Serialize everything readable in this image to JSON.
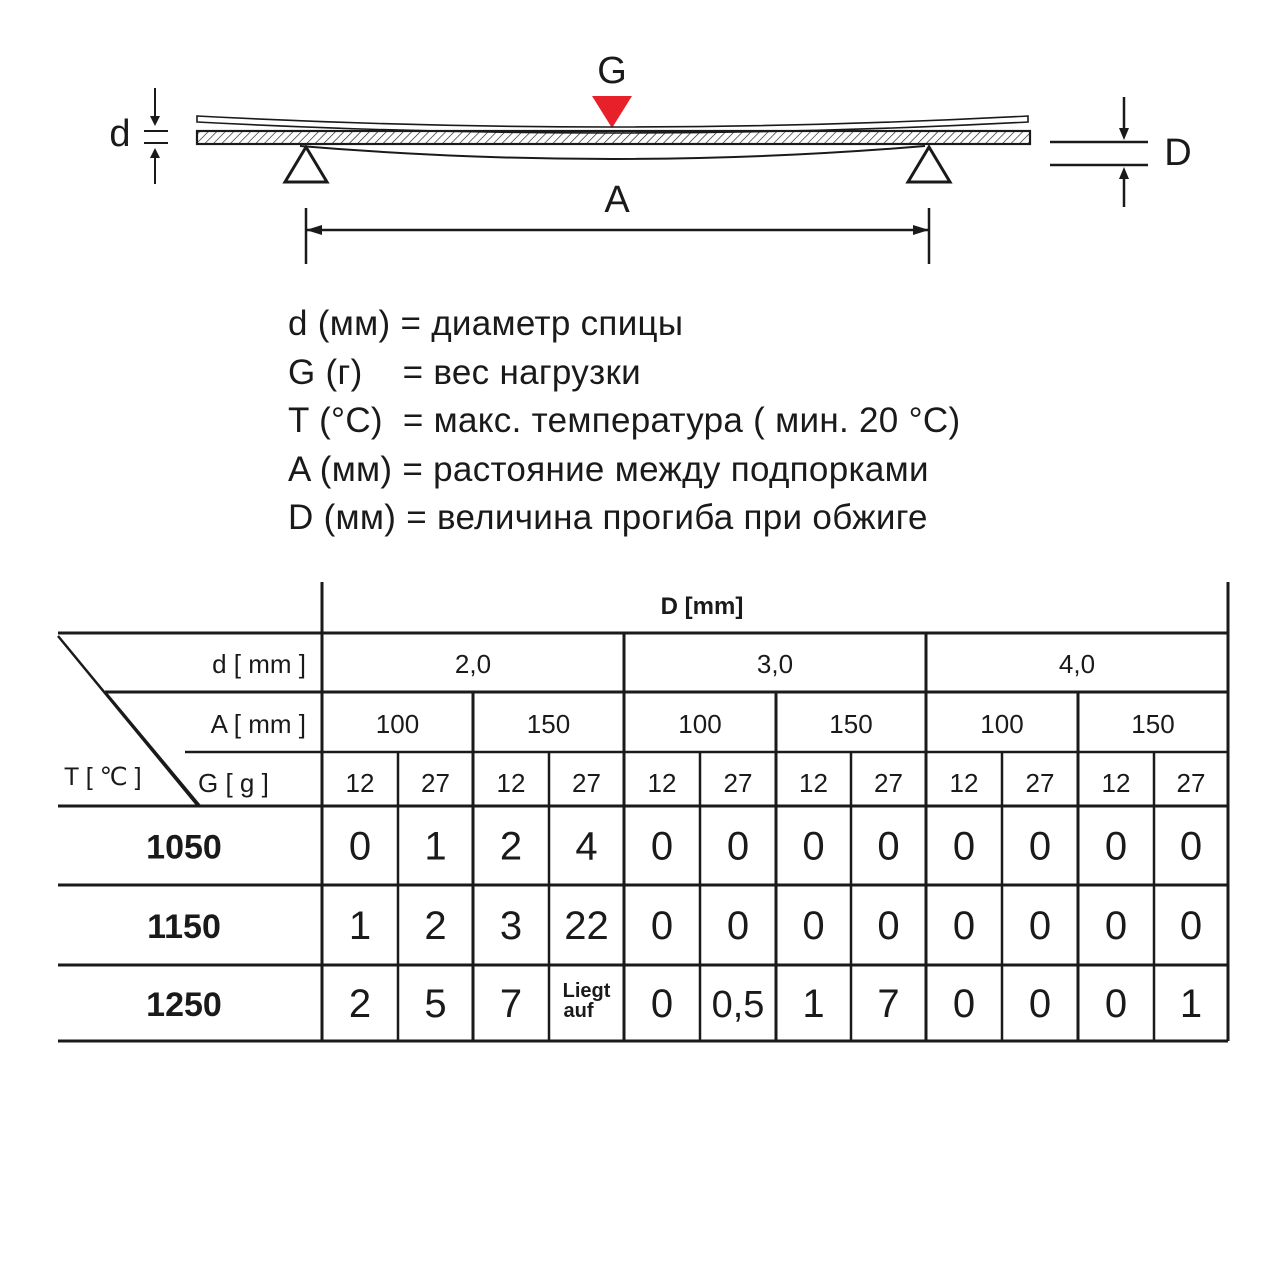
{
  "diagram": {
    "load_label": "G",
    "span_label": "A",
    "diameter_label": "d",
    "deflection_label": "D",
    "colors": {
      "load_marker": "#e8202a",
      "line": "#1a1a1a"
    },
    "icons": [
      "load-arrow-icon",
      "support-icon"
    ]
  },
  "legend": [
    "d (мм) = диаметр спицы",
    "G (г)    = вес нагрузки",
    "T (°C)  = макс. температура ( мин. 20 °C)",
    "A (мм) = растояние между подпорками",
    "D (мм) = величина прогиба при обжиге"
  ],
  "table": {
    "title": "D [mm]",
    "d_label": "d [ mm ]",
    "a_label": "A [ mm ]",
    "g_label": "G [ g ]",
    "t_label": "T [ ℃ ]",
    "d_values": [
      "2,0",
      "3,0",
      "4,0"
    ],
    "a_values": [
      "100",
      "150",
      "100",
      "150",
      "100",
      "150"
    ],
    "g_values": [
      "12",
      "27",
      "12",
      "27",
      "12",
      "27",
      "12",
      "27",
      "12",
      "27",
      "12",
      "27"
    ],
    "rows": [
      {
        "temp": "1050",
        "values": [
          "0",
          "1",
          "2",
          "4",
          "0",
          "0",
          "0",
          "0",
          "0",
          "0",
          "0",
          "0"
        ]
      },
      {
        "temp": "1150",
        "values": [
          "1",
          "2",
          "3",
          "22",
          "0",
          "0",
          "0",
          "0",
          "0",
          "0",
          "0",
          "0"
        ]
      },
      {
        "temp": "1250",
        "values": [
          "2",
          "5",
          "7",
          "Liegt auf",
          "0",
          "0,5",
          "1",
          "7",
          "0",
          "0",
          "0",
          "1"
        ]
      }
    ]
  }
}
